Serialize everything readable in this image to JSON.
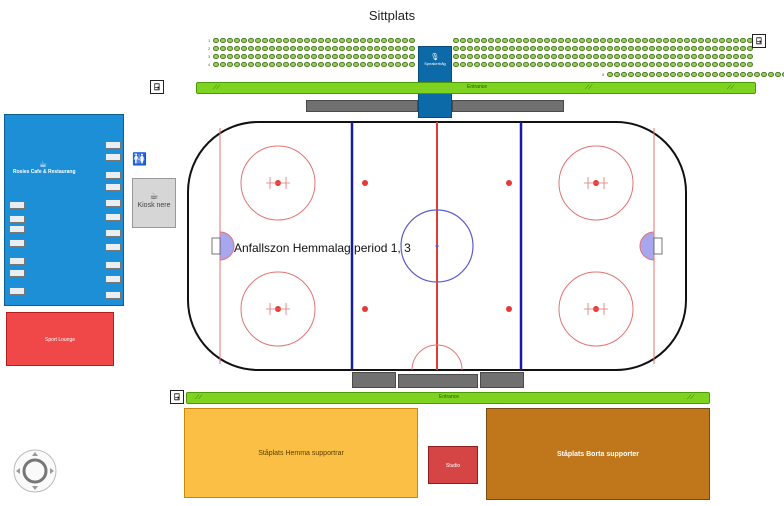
{
  "header": {
    "title": "Sittplats"
  },
  "seating": {
    "row_labels": [
      "1",
      "2",
      "3",
      "4",
      "5"
    ],
    "rows": [
      {
        "label": "1",
        "count": 72
      },
      {
        "label": "2",
        "count": 72
      },
      {
        "label": "3",
        "count": 72
      },
      {
        "label": "4",
        "count": 72
      },
      {
        "label": "5",
        "count": 28
      }
    ]
  },
  "entrance_top": {
    "label": "Entrance"
  },
  "entrance_bottom": {
    "label": "Entrance"
  },
  "speaker_box": {
    "label": "Speakerbåg"
  },
  "cafe": {
    "label": "Rosies Cafe & Restaurang",
    "icon": "coffee-cup-icon"
  },
  "kiosk": {
    "label": "Kiosk nere",
    "icon": "coffee-cup-icon"
  },
  "toilet": {
    "icon": "restroom-icon"
  },
  "sport_lounge": {
    "label": "Sport Lounge"
  },
  "rink": {
    "zone_label": "Anfallszon Hemmalag period 1, 3"
  },
  "home_support": {
    "label": "Ståplats Hemma supportrar"
  },
  "away_support": {
    "label": "Ståplats Borta supporter"
  },
  "studio": {
    "label": "Studio"
  },
  "navigation": {
    "icon": "compass-control-icon"
  },
  "colors": {
    "rink_border": "#111111",
    "red_line": "#e53935",
    "blue_line": "#1a1aa6",
    "entrance_bar": "#7ed321",
    "cafe": "#1d8fd6",
    "home_area": "#fbbf45",
    "away_area": "#c0761a",
    "lounge": "#f04848"
  }
}
